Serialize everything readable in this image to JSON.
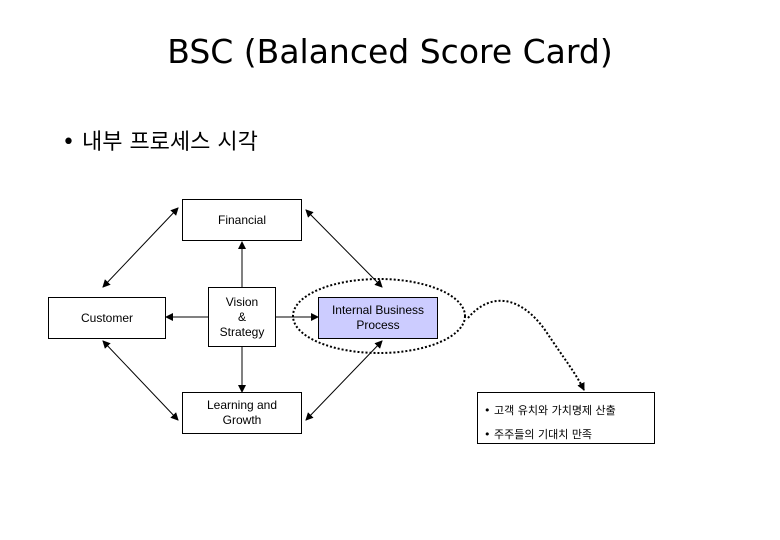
{
  "title": "BSC (Balanced Score Card)",
  "subtitle": "• 내부 프로세스 시각",
  "boxes": {
    "financial": "Financial",
    "customer": "Customer",
    "vision": "Vision\n&\nStrategy",
    "internal": "Internal Business\nProcess",
    "learning": "Learning and\nGrowth"
  },
  "notes": [
    "• 고객 유치와 가치명제 산출",
    "• 주주들의 기대치 만족"
  ],
  "colors": {
    "highlight": "#ccccff"
  }
}
